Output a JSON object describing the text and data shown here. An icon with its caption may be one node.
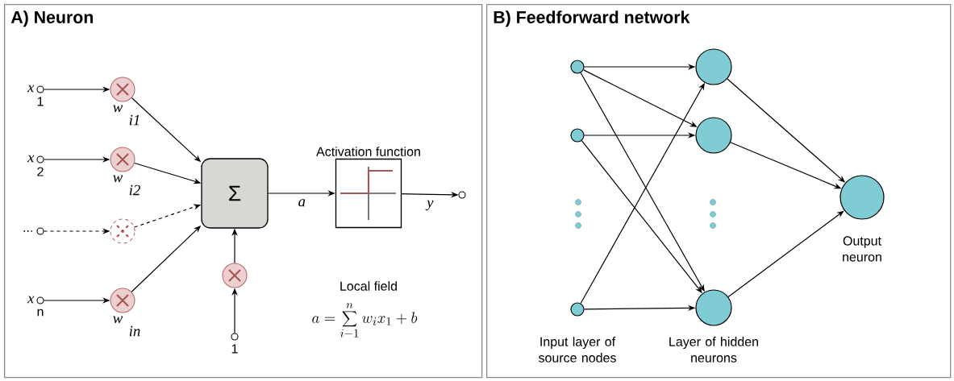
{
  "diagram": {
    "nodes": [
      {
        "text": [
          "A) Neuron"
        ]
      },
      {
        "text": [
          "B) Feedforward network"
        ]
      },
      {
        "text": [],
        "shape": "circle",
        "in": 0,
        "beside": [
          "x",
          "1"
        ]
      },
      {
        "text": [],
        "shape": "circle",
        "in": 0,
        "beside": [
          "w",
          "i1"
        ]
      },
      {
        "text": [],
        "shape": "circle",
        "in": 0,
        "beside": [
          "x",
          "2"
        ]
      },
      {
        "text": [],
        "shape": "circle",
        "in": 0,
        "beside": [
          "w",
          "i2"
        ]
      },
      {
        "text": [],
        "shape": "circle",
        "in": 0,
        "beside": [
          "..."
        ]
      },
      {
        "text": [],
        "shape": "circle",
        "in": 0
      },
      {
        "text": [],
        "shape": "circle",
        "in": 0,
        "beside": [
          "x",
          "n"
        ]
      },
      {
        "text": [],
        "shape": "circle",
        "in": 0,
        "beside": [
          "w",
          "in"
        ]
      },
      {
        "text": [
          "Σ"
        ],
        "in": 0
      },
      {
        "text": [],
        "shape": "circle",
        "in": 0
      },
      {
        "text": [],
        "shape": "circle",
        "in": 0,
        "beside": [
          "1"
        ]
      },
      {
        "text": [
          "Activation function"
        ],
        "in": 0
      },
      {
        "text": [],
        "shape": "circle",
        "in": 0
      },
      {
        "text": [],
        "shape": "circle",
        "in": 1
      },
      {
        "text": [],
        "shape": "circle",
        "in": 1
      },
      {
        "text": [],
        "shape": "circle",
        "in": 1
      },
      {
        "text": [],
        "shape": "circle",
        "in": 1
      },
      {
        "text": [],
        "shape": "circle",
        "in": 1
      },
      {
        "text": [],
        "shape": "circle",
        "in": 1
      },
      {
        "text": [],
        "shape": "circle",
        "in": 1,
        "beside": [
          "Output neuron"
        ]
      }
    ],
    "edges": [
      {
        "from": 2,
        "to": 3,
        "arrow": "to"
      },
      {
        "from": 4,
        "to": 5,
        "arrow": "to"
      },
      {
        "from": 6,
        "to": 7,
        "arrow": "to",
        "style": "dashed"
      },
      {
        "from": 8,
        "to": 9,
        "arrow": "to"
      },
      {
        "from": 3,
        "to": 10,
        "arrow": "to"
      },
      {
        "from": 5,
        "to": 10,
        "arrow": "to"
      },
      {
        "from": 7,
        "to": 10,
        "arrow": "to",
        "style": "dashed"
      },
      {
        "from": 9,
        "to": 10,
        "arrow": "to"
      },
      {
        "from": 12,
        "to": 11,
        "arrow": "to"
      },
      {
        "from": 11,
        "to": 10,
        "arrow": "to"
      },
      {
        "from": 10,
        "to": 13,
        "arrow": "to",
        "label": "a"
      },
      {
        "from": 13,
        "to": 14,
        "arrow": "to",
        "label": "y"
      },
      {
        "from": 15,
        "to": 18,
        "arrow": "to"
      },
      {
        "from": 15,
        "to": 19,
        "arrow": "to"
      },
      {
        "from": 15,
        "to": 20,
        "arrow": "to"
      },
      {
        "from": 16,
        "to": 19,
        "arrow": "to"
      },
      {
        "from": 16,
        "to": 20,
        "arrow": "to"
      },
      {
        "from": 17,
        "to": 18,
        "arrow": "to"
      },
      {
        "from": 17,
        "to": 20,
        "arrow": "to"
      },
      {
        "from": 18,
        "to": 21,
        "arrow": "to"
      },
      {
        "from": 19,
        "to": 21,
        "arrow": "to"
      },
      {
        "from": 20,
        "to": 21,
        "arrow": "to"
      }
    ],
    "labels": [
      "Local field",
      "a = \\sum_{i-1}^{n} w_i x_1 + b",
      "Input layer of source nodes",
      "Layer of hidden neurons"
    ]
  }
}
